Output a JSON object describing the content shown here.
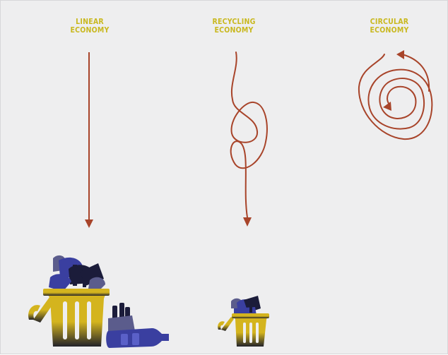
{
  "colors": {
    "background": "#eeeeef",
    "title": "#c9b81f",
    "arrow": "#a8442a",
    "bin_gold": "#d4b41e",
    "bin_dark": "#222229",
    "waste_blue": "#3a3fa0",
    "waste_purple": "#5b5c8c",
    "waste_dark": "#1b1c3a"
  },
  "columns": [
    {
      "id": "linear",
      "title_line1": "LINEAR",
      "title_line2": "ECONOMY"
    },
    {
      "id": "recycling",
      "title_line1": "RECYCLING",
      "title_line2": "ECONOMY"
    },
    {
      "id": "circular",
      "title_line1": "CIRCULAR",
      "title_line2": "ECONOMY"
    }
  ],
  "icons": {
    "large_bin": "trash-bin-icon",
    "small_bin": "trash-bin-icon",
    "bottle": "plastic-bottle-icon"
  }
}
